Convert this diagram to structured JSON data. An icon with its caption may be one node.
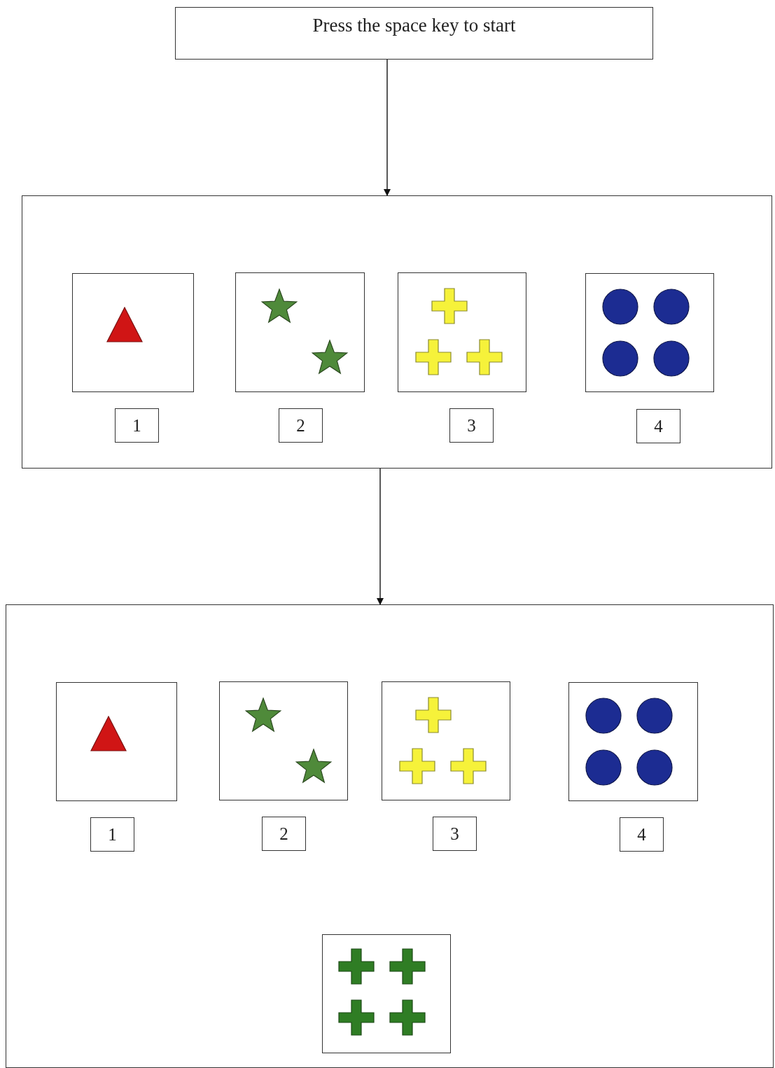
{
  "diagram": {
    "nodes": [
      {
        "text": [
          "Press the space key to start"
        ]
      },
      {
        "text": [],
        "shape": "box"
      },
      {
        "text": [],
        "shape": "box",
        "in": 1
      },
      {
        "text": [],
        "shape": "box",
        "in": 1
      },
      {
        "text": [],
        "shape": "box",
        "in": 1
      },
      {
        "text": [],
        "shape": "box",
        "in": 1
      },
      {
        "text": [
          "1"
        ],
        "in": 1
      },
      {
        "text": [
          "2"
        ],
        "in": 1
      },
      {
        "text": [
          "3"
        ],
        "in": 1
      },
      {
        "text": [
          "4"
        ],
        "in": 1
      },
      {
        "text": [],
        "shape": "box"
      },
      {
        "text": [],
        "shape": "box",
        "in": 10
      },
      {
        "text": [],
        "shape": "box",
        "in": 10
      },
      {
        "text": [],
        "shape": "box",
        "in": 10
      },
      {
        "text": [],
        "shape": "box",
        "in": 10
      },
      {
        "text": [
          "1"
        ],
        "in": 10
      },
      {
        "text": [
          "2"
        ],
        "in": 10
      },
      {
        "text": [
          "3"
        ],
        "in": 10
      },
      {
        "text": [
          "4"
        ],
        "in": 10
      },
      {
        "text": [],
        "shape": "box",
        "in": 10
      }
    ],
    "edges": [
      {
        "from": 0,
        "to": 1,
        "arrow": "to"
      },
      {
        "from": 1,
        "to": 10,
        "arrow": "to"
      }
    ]
  }
}
